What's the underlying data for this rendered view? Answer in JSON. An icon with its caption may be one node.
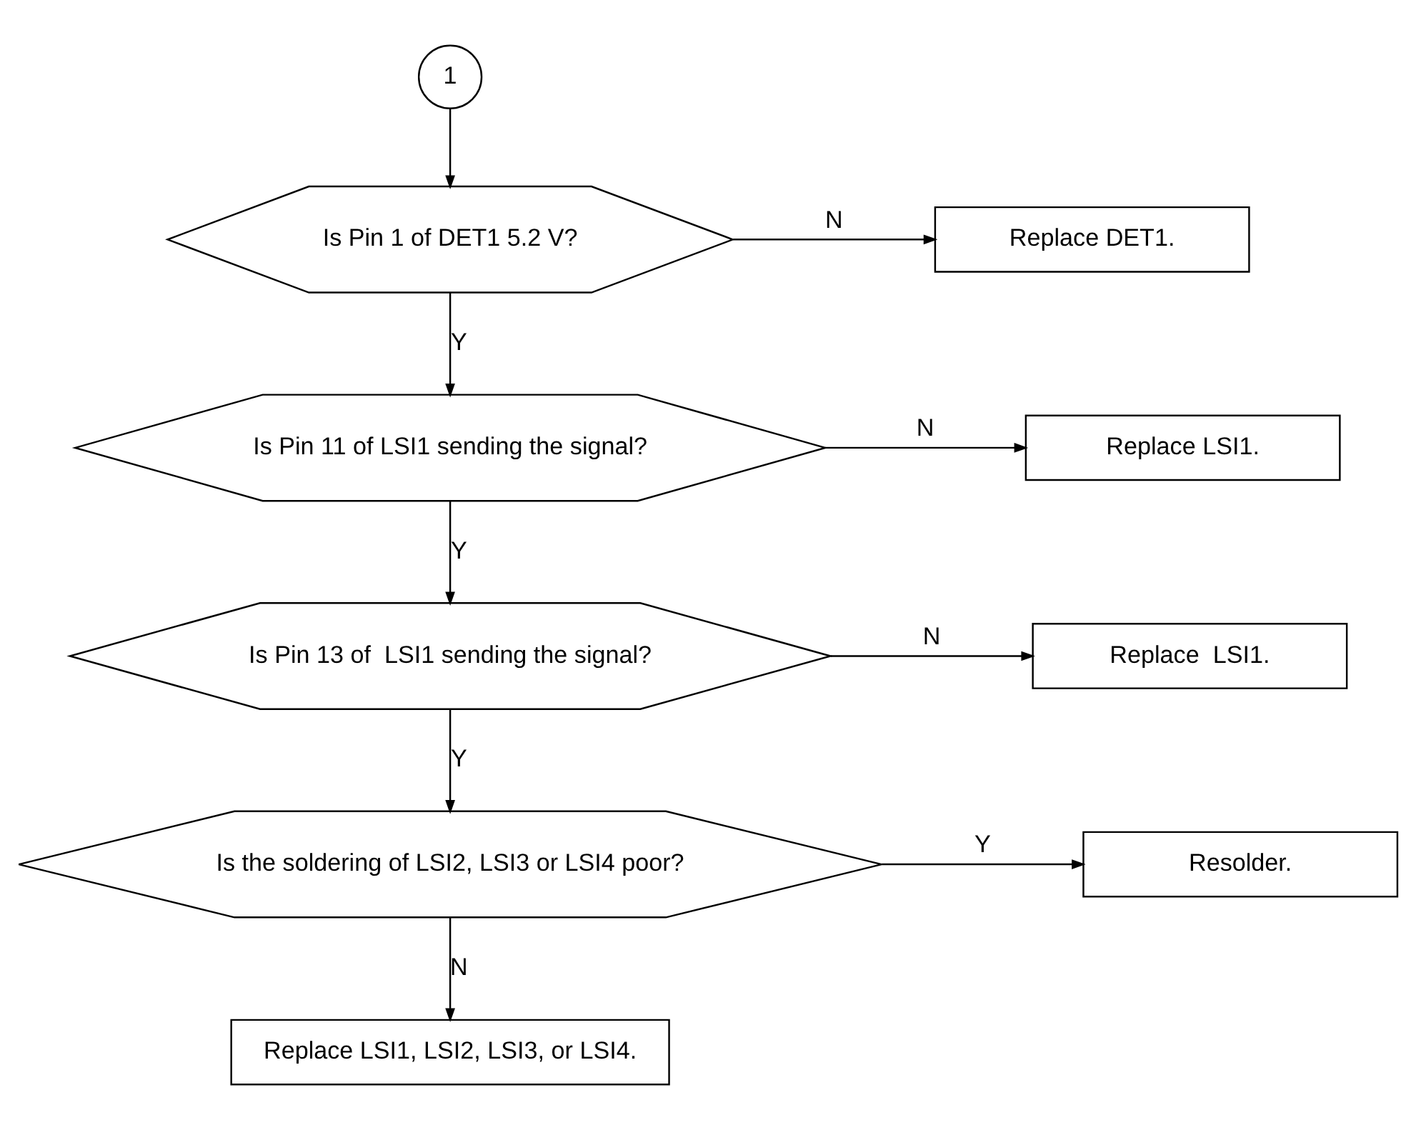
{
  "diagram": {
    "nodes": [
      {
        "text": [
          "1"
        ]
      },
      {
        "text": [
          "Is Pin 1 of DET1 5.2 V?"
        ]
      },
      {
        "text": [
          "Replace DET1."
        ]
      },
      {
        "text": [
          "Is Pin 11 of LSI1 sending the signal?"
        ]
      },
      {
        "text": [
          "Replace LSI1."
        ]
      },
      {
        "text": [
          "Is Pin 13 of  LSI1 sending the signal?"
        ]
      },
      {
        "text": [
          "Replace  LSI1."
        ]
      },
      {
        "text": [
          "Is the soldering of LSI2, LSI3 or LSI4 poor?"
        ]
      },
      {
        "text": [
          "Resolder."
        ]
      },
      {
        "text": [
          "Replace LSI1, LSI2, LSI3, or LSI4."
        ]
      }
    ],
    "edges": [
      {
        "from": 0,
        "to": 1,
        "arrow": "to"
      },
      {
        "from": 1,
        "to": 2,
        "arrow": "to",
        "label": "N"
      },
      {
        "from": 1,
        "to": 3,
        "arrow": "to",
        "label": "Y"
      },
      {
        "from": 3,
        "to": 4,
        "arrow": "to",
        "label": "N"
      },
      {
        "from": 3,
        "to": 5,
        "arrow": "to",
        "label": "Y"
      },
      {
        "from": 5,
        "to": 6,
        "arrow": "to",
        "label": "N"
      },
      {
        "from": 5,
        "to": 7,
        "arrow": "to",
        "label": "Y"
      },
      {
        "from": 7,
        "to": 8,
        "arrow": "to",
        "label": "Y"
      },
      {
        "from": 7,
        "to": 9,
        "arrow": "to",
        "label": "N"
      }
    ]
  }
}
